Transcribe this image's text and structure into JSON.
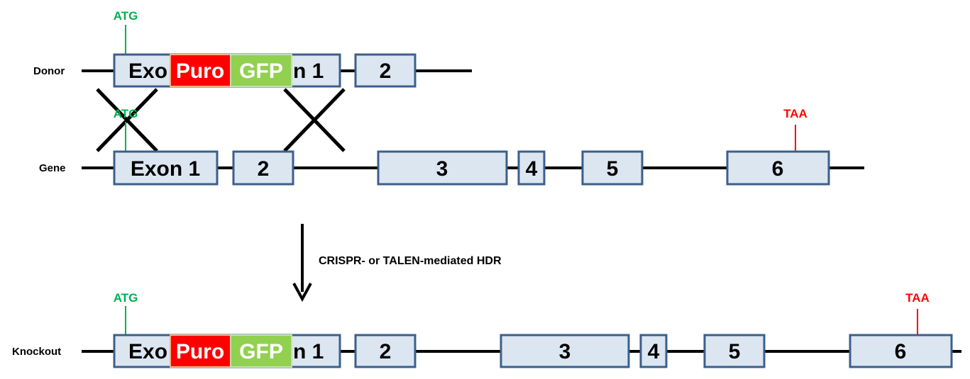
{
  "rows": {
    "donor": "Donor",
    "gene": "Gene",
    "knockout": "Knockout"
  },
  "codons": {
    "start": "ATG",
    "stop": "TAA"
  },
  "exons": {
    "exon1_full": "Exon 1",
    "exon1_left": "Exo",
    "exon1_right": "n 1",
    "e2": "2",
    "e3": "3",
    "e4": "4",
    "e5": "5",
    "e6": "6"
  },
  "insert": {
    "puro": "Puro",
    "gfp": "GFP"
  },
  "arrow_label": "CRISPR- or TALEN-mediated HDR",
  "colors": {
    "exon_fill": "#dce6f1",
    "exon_stroke": "#3b5f8a",
    "puro": "#ff0000",
    "gfp": "#92d050",
    "start_codon": "#00b050",
    "stop_codon": "#ff0000"
  }
}
